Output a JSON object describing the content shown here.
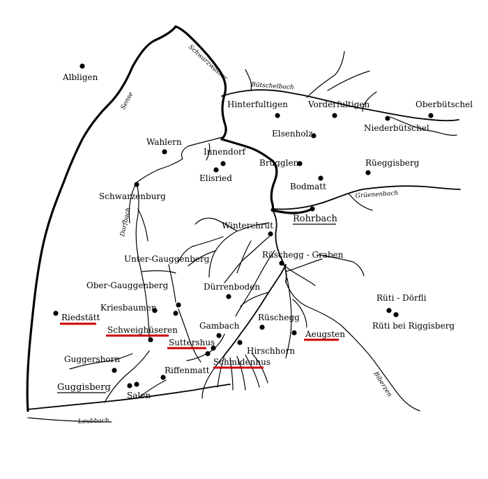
{
  "map": {
    "places": [
      {
        "id": "albligen",
        "label": "Albligen"
      },
      {
        "id": "hinterfultigen",
        "label": "Hinterfultigen"
      },
      {
        "id": "vorderfultigen",
        "label": "Vorderfultigen"
      },
      {
        "id": "oberbuetschel",
        "label": "Oberbütschel"
      },
      {
        "id": "niederbuetschel",
        "label": "Niederbütschel"
      },
      {
        "id": "elsenholz",
        "label": "Elsenholz"
      },
      {
        "id": "wahlern",
        "label": "Wahlern"
      },
      {
        "id": "innendorf",
        "label": "Innendorf"
      },
      {
        "id": "elisried",
        "label": "Elisried"
      },
      {
        "id": "brugglen",
        "label": "Brügglen"
      },
      {
        "id": "rueggisberg",
        "label": "Rüeggisberg"
      },
      {
        "id": "bodmatt",
        "label": "Bodmatt"
      },
      {
        "id": "schwarzenburg",
        "label": "Schwarzenburg"
      },
      {
        "id": "rohrbach",
        "label": "Rohrbach"
      },
      {
        "id": "winterchrut",
        "label": "Winterchrut"
      },
      {
        "id": "rueschegg_graben",
        "label": "Rüschegg - Graben"
      },
      {
        "id": "unter_gauggenberg",
        "label": "Unter-Gauggenberg"
      },
      {
        "id": "ober_gauggenberg",
        "label": "Ober-Gauggenberg"
      },
      {
        "id": "duerrenboden",
        "label": "Dürrenboden"
      },
      {
        "id": "rueti_doerfli",
        "label": "Rüti - Dörfli"
      },
      {
        "id": "rueti_bei_riggisberg",
        "label": "Rüti bei Riggisberg"
      },
      {
        "id": "riedstaett",
        "label": "Riedstätt"
      },
      {
        "id": "kriesbaumen",
        "label": "Kriesbaumen"
      },
      {
        "id": "schweighueseren",
        "label": "Schweighüseren"
      },
      {
        "id": "gambach",
        "label": "Gambach"
      },
      {
        "id": "rueschegg",
        "label": "Rüschegg"
      },
      {
        "id": "aeugsten",
        "label": "Aeugsten"
      },
      {
        "id": "suttershus",
        "label": "Suttershus"
      },
      {
        "id": "hirschhorn",
        "label": "Hirschhorn"
      },
      {
        "id": "guggershorn",
        "label": "Guggershorn"
      },
      {
        "id": "schmidenhus",
        "label": "Schmidenhus"
      },
      {
        "id": "riffenmatt",
        "label": "Riffenmatt"
      },
      {
        "id": "guggisberg",
        "label": "Guggisberg"
      },
      {
        "id": "salen",
        "label": "Salen"
      }
    ],
    "rivers": [
      {
        "id": "schwarzwasser",
        "label": "Schwarzwasser"
      },
      {
        "id": "sense",
        "label": "Sense"
      },
      {
        "id": "buetschelbach",
        "label": "Bütschelbach"
      },
      {
        "id": "gruenenbach",
        "label": "Grüenenbach"
      },
      {
        "id": "dorfbach",
        "label": "Dorfbach"
      },
      {
        "id": "biberzen",
        "label": "Biberzen"
      },
      {
        "id": "laubbach",
        "label": "Laubbach"
      }
    ],
    "colors": {
      "ink": "#000000",
      "highlight": "#cc0000"
    }
  }
}
